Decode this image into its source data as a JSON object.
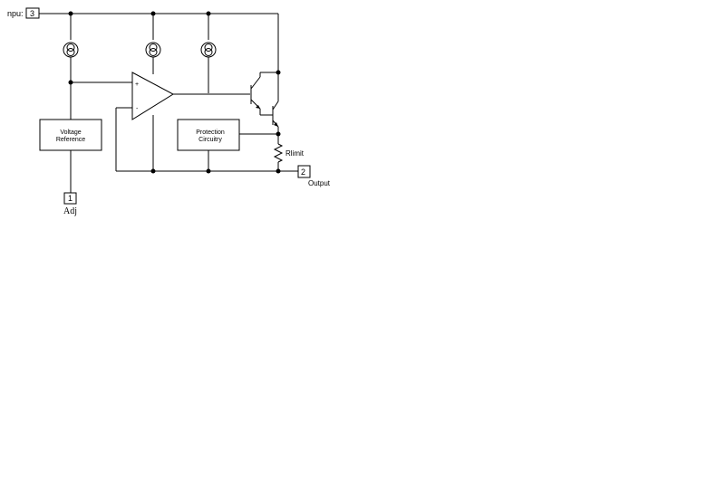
{
  "pins": {
    "input": {
      "number": "3",
      "label": "npu:"
    },
    "adj": {
      "number": "1",
      "label": "Adj"
    },
    "output": {
      "number": "2",
      "label": "Output"
    }
  },
  "blocks": {
    "voltage_reference": {
      "line1": "Voltage",
      "line2": "Reference"
    },
    "protection": {
      "line1": "Protection",
      "line2": "Circuitry"
    }
  },
  "resistor": {
    "label": "Rlimit"
  },
  "opamp": {
    "plus": "+",
    "minus": "-"
  }
}
